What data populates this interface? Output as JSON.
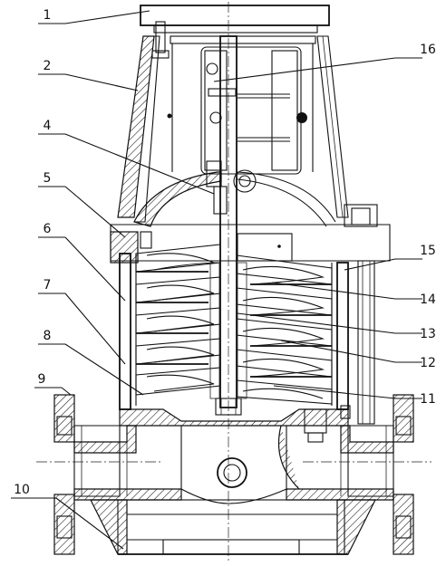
{
  "labels": [
    {
      "number": "1"
    },
    {
      "number": "2"
    },
    {
      "number": "4"
    },
    {
      "number": "5"
    },
    {
      "number": "6"
    },
    {
      "number": "7"
    },
    {
      "number": "8"
    },
    {
      "number": "9"
    },
    {
      "number": "10"
    },
    {
      "number": "11"
    },
    {
      "number": "12"
    },
    {
      "number": "13"
    },
    {
      "number": "14"
    },
    {
      "number": "15"
    },
    {
      "number": "16"
    }
  ]
}
